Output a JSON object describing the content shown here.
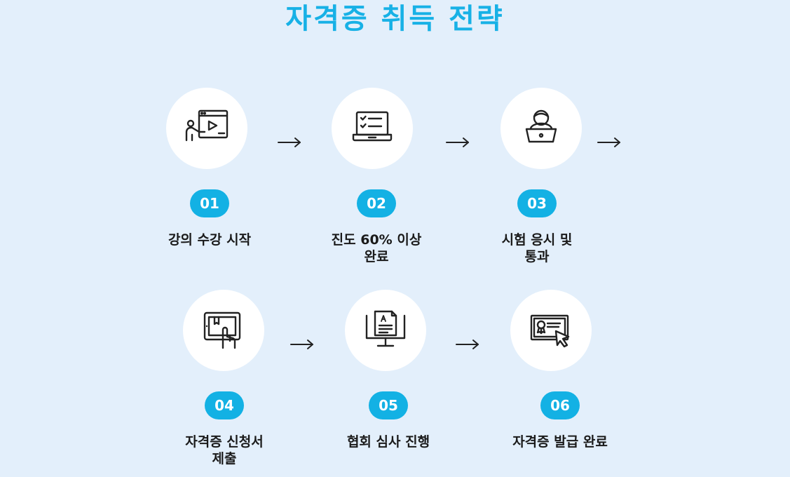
{
  "title": "자격증 취득 전략",
  "steps": [
    {
      "number": "01",
      "label": "강의 수강 시작",
      "icon": "video-lecture-icon"
    },
    {
      "number": "02",
      "label": "진도 60% 이상\n완료",
      "icon": "laptop-checklist-icon"
    },
    {
      "number": "03",
      "label": "시험 응시 및\n통과",
      "icon": "person-laptop-icon"
    },
    {
      "number": "04",
      "label": "자격증 신청서\n제출",
      "icon": "tablet-touch-icon"
    },
    {
      "number": "05",
      "label": "협회 심사 진행",
      "icon": "monitor-document-icon"
    },
    {
      "number": "06",
      "label": "자격증 발급 완료",
      "icon": "certificate-click-icon"
    }
  ],
  "colors": {
    "background": "#e3effb",
    "accent": "#13b1e4",
    "title": "#17b1e6",
    "icon_stroke": "#222222"
  }
}
